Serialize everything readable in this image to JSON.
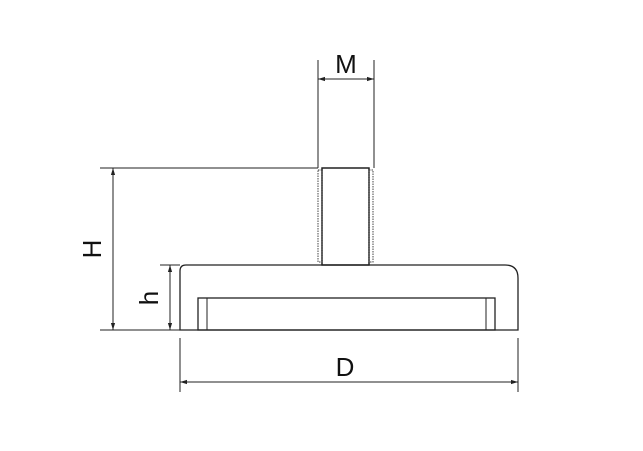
{
  "labels": {
    "M": "M",
    "H": "H",
    "h": "h",
    "D": "D"
  },
  "colors": {
    "line": "#222222",
    "background": "#ffffff"
  }
}
